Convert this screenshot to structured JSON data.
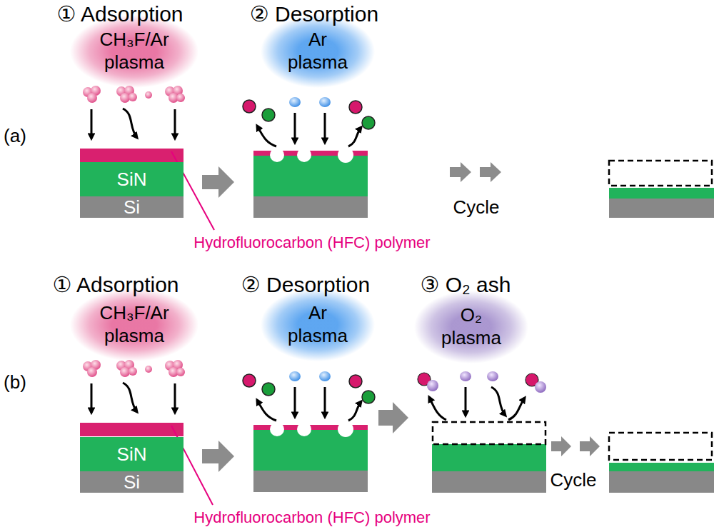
{
  "diagram": {
    "nodes": [
      {
        "text": [
          "CH₃F/Ar plasma"
        ]
      },
      {
        "text": [
          "Ar plasma"
        ]
      },
      {
        "text": [
          "SiN"
        ]
      },
      {
        "text": [
          "Si"
        ]
      },
      {
        "text": [
          "CH₃F/Ar plasma"
        ]
      },
      {
        "text": [
          "Ar plasma"
        ]
      },
      {
        "text": [
          "O₂ plasma"
        ]
      },
      {
        "text": [
          "SiN"
        ]
      },
      {
        "text": [
          "Si"
        ]
      }
    ],
    "labels": [
      "① Adsorption",
      "② Desorption",
      "(a)",
      "Hydrofluorocarbon (HFC) polymer",
      "Cycle",
      "① Adsorption",
      "② Desorption",
      "③ O₂ ash",
      "(b)",
      "Hydrofluorocarbon (HFC) polymer",
      "Cycle"
    ]
  }
}
